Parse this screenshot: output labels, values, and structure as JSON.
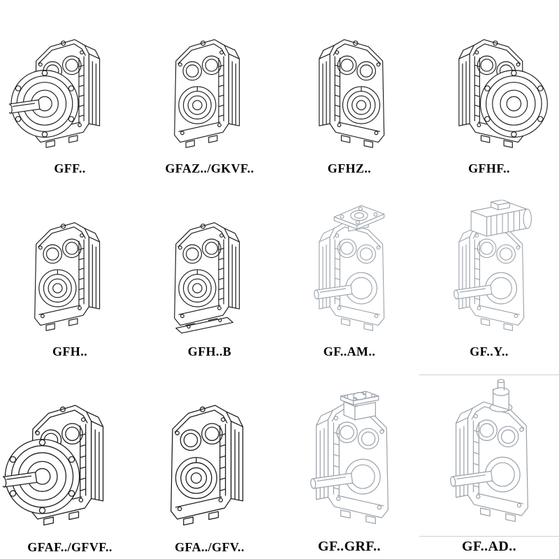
{
  "page": {
    "background": "#ffffff"
  },
  "colors": {
    "line_dark": "#1f1f1f",
    "line_light": "#98a0a8",
    "label_text": "#000000"
  },
  "grid": {
    "columns": 4,
    "rows": 3,
    "items": [
      {
        "label": "GFF..",
        "icon": "gearbox-flange-solid-shaft-icon",
        "line_style": "solid"
      },
      {
        "label": "GFAZ../GKVF..",
        "icon": "gearbox-hollow-shaft-icon",
        "line_style": "solid"
      },
      {
        "label": "GFHZ..",
        "icon": "gearbox-hollow-shaft-mirrored-icon",
        "line_style": "solid"
      },
      {
        "label": "GFHF..",
        "icon": "gearbox-hollow-flange-icon",
        "line_style": "solid"
      },
      {
        "label": "GFH..",
        "icon": "gearbox-hollow-shaft-icon",
        "line_style": "solid"
      },
      {
        "label": "GFH..B",
        "icon": "gearbox-hollow-shaft-base-icon",
        "line_style": "solid"
      },
      {
        "label": "GF..AM..",
        "icon": "gearbox-iec-adapter-icon",
        "line_style": "light"
      },
      {
        "label": "GF..Y..",
        "icon": "gearbox-with-motor-icon",
        "line_style": "light"
      },
      {
        "label": "GFAF../GFVF..",
        "icon": "gearbox-flange-solid-shaft-icon",
        "line_style": "solid"
      },
      {
        "label": "GFA../GFV..",
        "icon": "gearbox-hollow-shaft-icon",
        "line_style": "solid"
      },
      {
        "label": "GF..GRF..",
        "icon": "gearbox-grf-adapter-icon",
        "line_style": "light"
      },
      {
        "label": "GF..AD..",
        "icon": "gearbox-input-shaft-adapter-icon",
        "line_style": "light"
      }
    ]
  }
}
